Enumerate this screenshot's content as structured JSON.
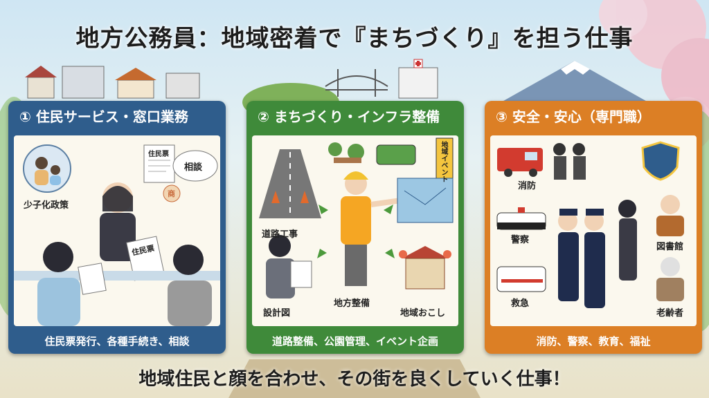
{
  "title": "地方公務員：地域密着で『まちづくり』を担う仕事",
  "panels": [
    {
      "header": "① 住民サービス・窓口業務",
      "labels": {
        "policy": "少子化政策",
        "doc": "住民票",
        "consult": "相談",
        "seal": "商",
        "handout": "住民票"
      },
      "footer": "住民票発行、各種手続き、相談"
    },
    {
      "header": "② まちづくり・インフラ整備",
      "labels": {
        "road": "道路工事",
        "design": "設計図",
        "center": "地方整備",
        "festival": "地域おこし",
        "banner": "地域イベント"
      },
      "footer": "道路整備、公園管理、イベント企画"
    },
    {
      "header": "③ 安全・安心（専門職）",
      "labels": {
        "fire": "消防",
        "police": "警察",
        "ambulance": "救急",
        "library": "図書館",
        "elderly": "老齢者"
      },
      "footer": "消防、警察、教育、福祉"
    }
  ],
  "bottom_text": "地域住民と顔を合わせ、その街を良くしていく仕事！",
  "colors": {
    "blue": "#2f5d8c",
    "green": "#3f8a3a",
    "orange": "#dc7f25"
  }
}
